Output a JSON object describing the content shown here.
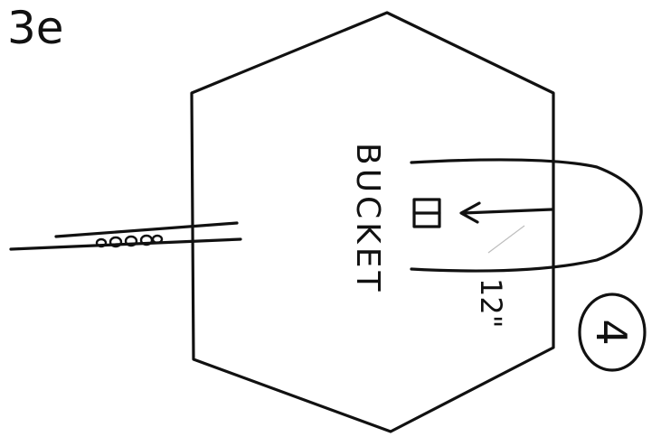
{
  "corner_note": "3e",
  "bucket_label": "BUCKET",
  "dimension_label": "12\"",
  "step_number": "4",
  "ink_color": "#111111",
  "paper_color": "#ffffff"
}
